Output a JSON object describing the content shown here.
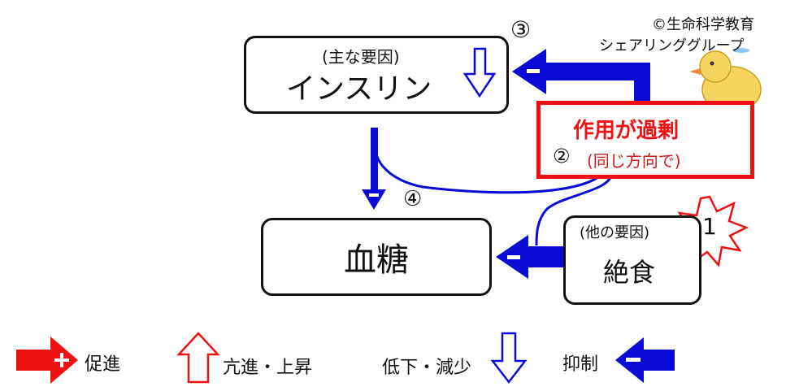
{
  "copyright": {
    "line1": "©生命科学教育",
    "line2": "シェアリンググループ"
  },
  "nodes": {
    "insulin": {
      "sub": "(主な要因)",
      "label": "インスリン",
      "num": "③"
    },
    "effect": {
      "title": "作用が過剰",
      "num": "②",
      "sub": "(同じ方向で)"
    },
    "blood_sugar": {
      "label": "血糖",
      "num": "④"
    },
    "fasting": {
      "sub": "(他の要因)",
      "label": "絶食",
      "num": "1"
    }
  },
  "legend": {
    "promote": "促進",
    "increase": "亢進・上昇",
    "decrease": "低下・減少",
    "suppress": "抑制"
  },
  "colors": {
    "blue": "#0a0ad6",
    "red": "#ee1111",
    "dark_red": "#cc1a1a",
    "burst": "#ee1111"
  },
  "icons": [
    "down-outline-arrow-icon",
    "duck-illustration",
    "burst-icon",
    "minus-icon",
    "plus-icon",
    "up-outline-arrow-icon"
  ]
}
